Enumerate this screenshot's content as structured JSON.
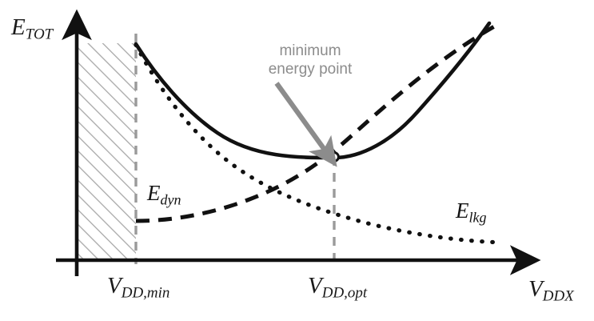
{
  "figure": {
    "title": "",
    "annotation": {
      "text": "minimum\nenergy point",
      "color": "#8c8c8c"
    },
    "axes": {
      "y_label_base": "E",
      "y_label_sub": "TOT",
      "x_label_base": "V",
      "x_label_sub": "DDX"
    },
    "ticks": [
      {
        "base": "V",
        "sub": "DD,min"
      },
      {
        "base": "V",
        "sub": "DD,opt"
      }
    ],
    "curve_labels": [
      {
        "base": "E",
        "sub": "dyn"
      },
      {
        "base": "E",
        "sub": "lkg"
      }
    ],
    "colors": {
      "curve": "#111111",
      "annotation": "#8c8c8c",
      "guide": "#9a9a9a",
      "hatch": "#a8a8a8",
      "axis": "#111111",
      "marker_fill": "#ffffff"
    }
  },
  "chart_data": {
    "type": "line",
    "title": "",
    "xlabel": "V_DDX",
    "ylabel": "E_TOT",
    "xlim": [
      0,
      1
    ],
    "ylim": [
      0,
      1
    ],
    "grid": false,
    "legend": "inline-labels",
    "annotations": [
      {
        "text": "minimum energy point",
        "points_to": "V_DD,opt minimum of E_TOT",
        "x": 0.565,
        "y": 0.395
      }
    ],
    "markers": [
      {
        "name": "minimum-energy-point",
        "x": 0.565,
        "y": 0.395,
        "style": "open-circle"
      }
    ],
    "vlines": [
      {
        "name": "V_DD,min",
        "x": 0.13,
        "style": "dashed",
        "color": "#9a9a9a"
      },
      {
        "name": "V_DD,opt",
        "x": 0.565,
        "style": "dashed",
        "color": "#9a9a9a"
      }
    ],
    "shaded_regions": [
      {
        "name": "forbidden-region",
        "x0": 0.0,
        "x1": 0.13,
        "style": "diagonal-hatch",
        "color": "#a8a8a8"
      }
    ],
    "series": [
      {
        "name": "E_TOT",
        "style": "solid",
        "x": [
          0.13,
          0.18,
          0.23,
          0.28,
          0.33,
          0.38,
          0.43,
          0.48,
          0.53,
          0.565,
          0.6,
          0.65,
          0.7,
          0.75,
          0.8,
          0.85,
          0.9,
          0.945
        ],
        "y": [
          0.93,
          0.8,
          0.695,
          0.605,
          0.535,
          0.48,
          0.44,
          0.412,
          0.398,
          0.395,
          0.398,
          0.414,
          0.45,
          0.512,
          0.6,
          0.718,
          0.862,
          0.985
        ]
      },
      {
        "name": "E_dyn",
        "style": "dashed",
        "x": [
          0.13,
          0.2,
          0.27,
          0.34,
          0.41,
          0.48,
          0.53,
          0.565,
          0.62,
          0.68,
          0.74,
          0.8,
          0.86,
          0.92,
          0.96
        ],
        "y": [
          0.155,
          0.16,
          0.178,
          0.205,
          0.24,
          0.285,
          0.32,
          0.345,
          0.4,
          0.47,
          0.553,
          0.648,
          0.758,
          0.88,
          0.968
        ]
      },
      {
        "name": "E_lkg",
        "style": "dotted",
        "x": [
          0.13,
          0.19,
          0.25,
          0.31,
          0.37,
          0.43,
          0.49,
          0.53,
          0.565,
          0.62,
          0.68,
          0.74,
          0.8,
          0.86,
          0.92
        ],
        "y": [
          0.93,
          0.775,
          0.655,
          0.56,
          0.487,
          0.43,
          0.385,
          0.362,
          0.345,
          0.305,
          0.268,
          0.238,
          0.215,
          0.198,
          0.188
        ]
      }
    ]
  }
}
